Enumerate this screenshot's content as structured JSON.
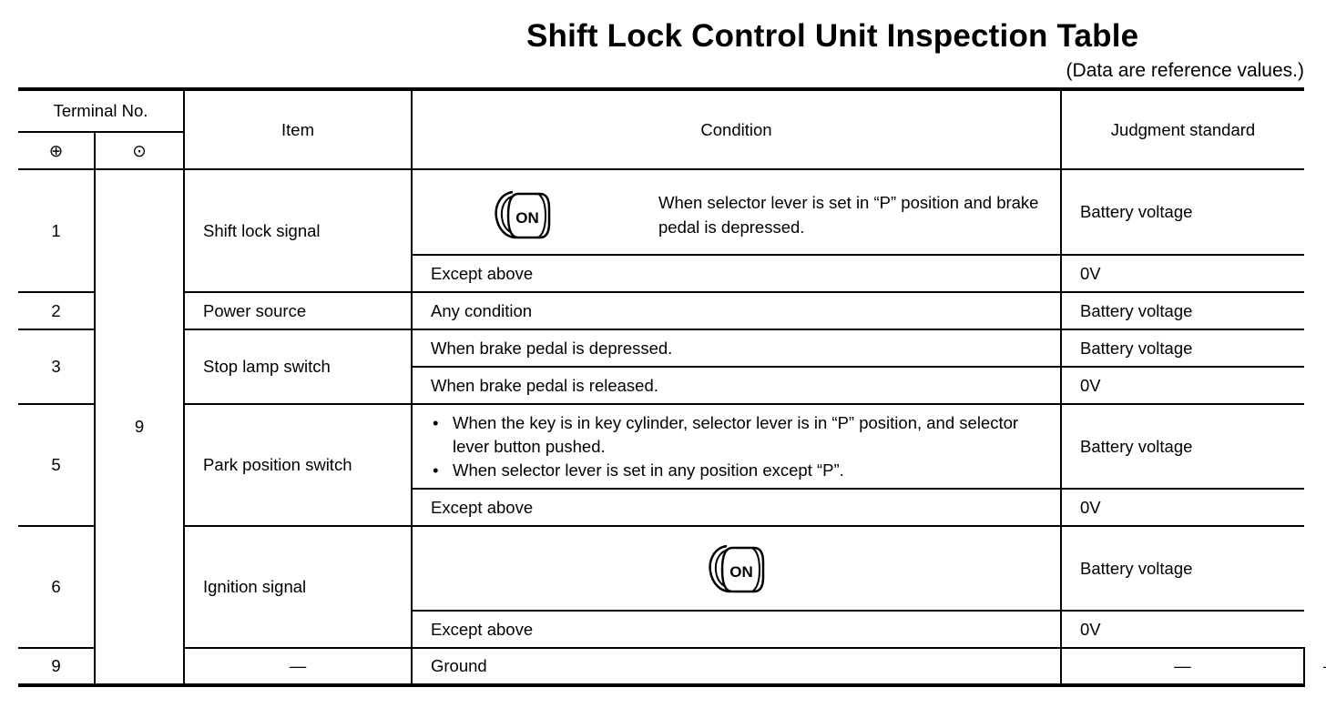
{
  "title": "Shift Lock Control Unit Inspection Table",
  "note": "(Data are reference values.)",
  "headers": {
    "terminal_no": "Terminal No.",
    "plus": "⊕",
    "minus": "⊙",
    "item": "Item",
    "condition": "Condition",
    "judgment": "Judgment standard"
  },
  "shared_minus_terminal": "9",
  "key_icon_label": "ON",
  "rows": {
    "r1": {
      "terminal": "1",
      "item": "Shift lock signal",
      "cond_a": "When selector lever is set in “P” position and brake pedal is depressed.",
      "judge_a": "Battery voltage",
      "cond_b": "Except above",
      "judge_b": "0V"
    },
    "r2": {
      "terminal": "2",
      "item": "Power source",
      "cond": "Any condition",
      "judge": "Battery voltage"
    },
    "r3": {
      "terminal": "3",
      "item": "Stop lamp switch",
      "cond_a": "When brake pedal is depressed.",
      "judge_a": "Battery voltage",
      "cond_b": "When brake pedal is released.",
      "judge_b": "0V"
    },
    "r5": {
      "terminal": "5",
      "item": "Park position switch",
      "bullet_1": "When the key is in key cylinder, selector lever is in “P” position, and selector lever button pushed.",
      "bullet_2": "When selector lever is set in any position except “P”.",
      "judge_a": "Battery voltage",
      "cond_b": "Except above",
      "judge_b": "0V"
    },
    "r6": {
      "terminal": "6",
      "item": "Ignition signal",
      "judge_a": "Battery voltage",
      "cond_b": "Except above",
      "judge_b": "0V"
    },
    "r9": {
      "terminal": "9",
      "minus": "—",
      "item": "Ground",
      "cond": "—",
      "judge": "—"
    }
  }
}
